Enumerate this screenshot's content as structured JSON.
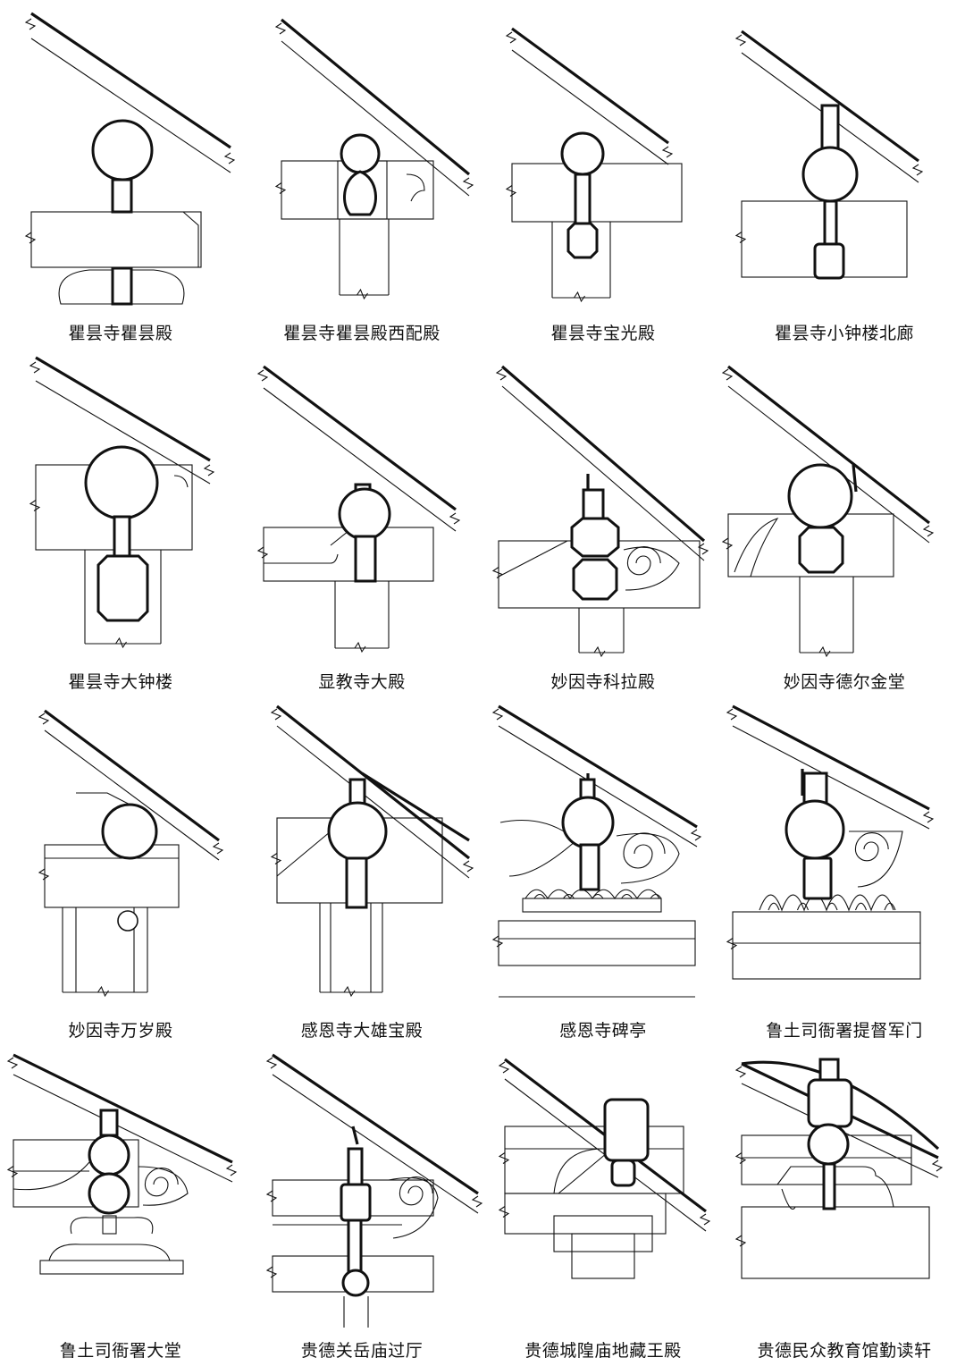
{
  "panels": [
    {
      "caption": "瞿昙寺瞿昙殿",
      "variant": "round-post"
    },
    {
      "caption": "瞿昙寺瞿昙殿西配殿",
      "variant": "gourd-in-post"
    },
    {
      "caption": "瞿昙寺宝光殿",
      "variant": "round-octagon"
    },
    {
      "caption": "瞿昙寺小钟楼北廊",
      "variant": "post-round-block"
    },
    {
      "caption": "瞿昙寺大钟楼",
      "variant": "big-round-octagon"
    },
    {
      "caption": "显教寺大殿",
      "variant": "small-round-brace"
    },
    {
      "caption": "妙因寺科拉殿",
      "variant": "double-cloud"
    },
    {
      "caption": "妙因寺德尔金堂",
      "variant": "double-leaf"
    },
    {
      "caption": "妙因寺万岁殿",
      "variant": "round-hole"
    },
    {
      "caption": "感恩寺大雄宝殿",
      "variant": "round-brace-post"
    },
    {
      "caption": "感恩寺碑亭",
      "variant": "cloud-carved-base"
    },
    {
      "caption": "鲁土司衙署提督军门",
      "variant": "cloud-carved-base-2"
    },
    {
      "caption": "鲁土司衙署大堂",
      "variant": "double-cloud-base"
    },
    {
      "caption": "贵德关岳庙过厅",
      "variant": "long-stem-cloud"
    },
    {
      "caption": "贵德城隍庙地藏王殿",
      "variant": "square-block"
    },
    {
      "caption": "贵德民众教育馆勤读轩",
      "variant": "block-round-bracket"
    }
  ]
}
